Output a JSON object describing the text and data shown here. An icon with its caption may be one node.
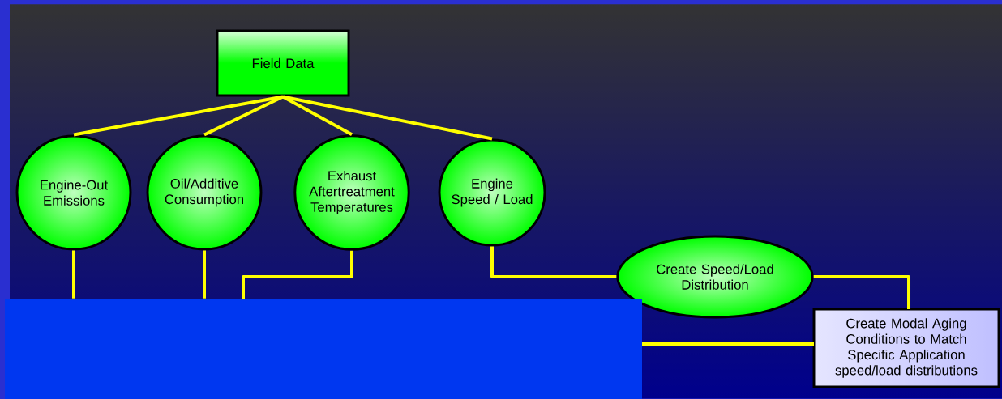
{
  "diagram": {
    "nodes": [
      {
        "text": [
          "Field Data"
        ]
      },
      {
        "text": [
          "Engine-Out Emissions"
        ]
      },
      {
        "text": [
          "Oil/Additive Consumption"
        ]
      },
      {
        "text": [
          "Exhaust Aftertreatment Temperatures"
        ]
      },
      {
        "text": [
          "Engine Speed / Load"
        ]
      },
      {
        "text": [
          "Create Speed/Load Distribution"
        ]
      },
      {
        "text": [
          "Create Modal Aging Conditions to Match Specific Application speed/load distributions"
        ]
      },
      {
        "text": [],
        "shape": "box"
      }
    ],
    "edges": [
      {
        "from": 0,
        "to": 1,
        "arrow": "none"
      },
      {
        "from": 0,
        "to": 2,
        "arrow": "none"
      },
      {
        "from": 0,
        "to": 3,
        "arrow": "none"
      },
      {
        "from": 0,
        "to": 4,
        "arrow": "none"
      },
      {
        "from": 1,
        "to": 7,
        "arrow": "none"
      },
      {
        "from": 2,
        "to": 7,
        "arrow": "none"
      },
      {
        "from": 3,
        "to": 7,
        "arrow": "none"
      },
      {
        "from": 4,
        "to": 5,
        "arrow": "none"
      },
      {
        "from": 5,
        "to": 6,
        "arrow": "none"
      },
      {
        "from": 7,
        "to": 6,
        "arrow": "none"
      }
    ]
  }
}
